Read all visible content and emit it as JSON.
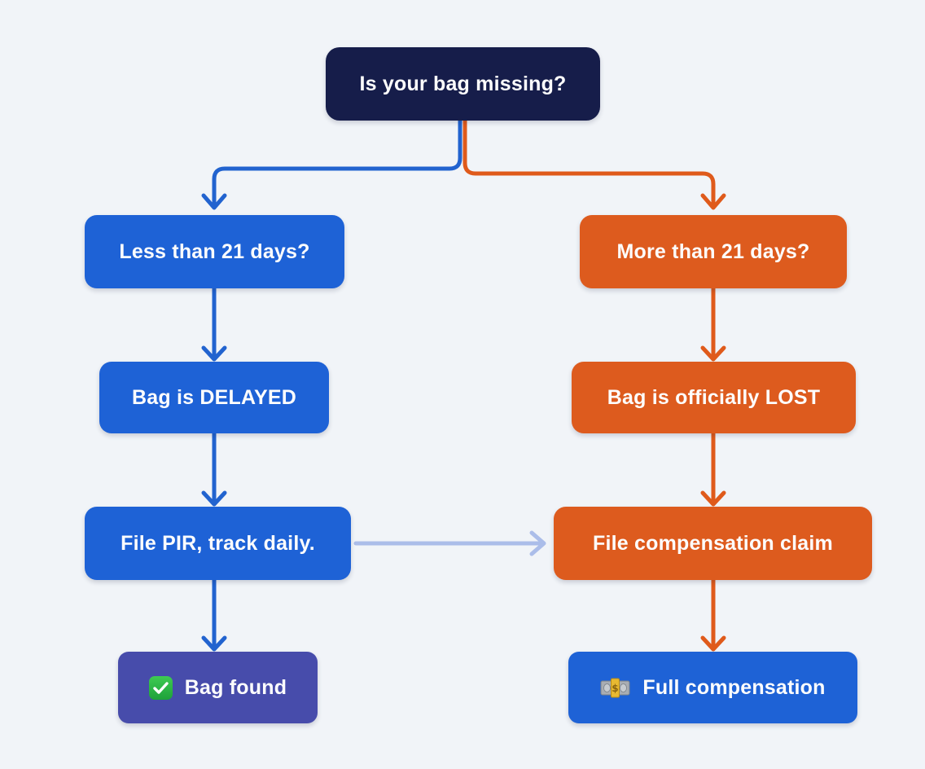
{
  "colors": {
    "background": "#f1f4f8",
    "navy": "#161d4a",
    "blue": "#1e62d6",
    "orange": "#dd5b1e",
    "indigo": "#474cab",
    "arrow_blue": "#2263cf",
    "arrow_orange": "#df5a1b",
    "arrow_periwinkle": "#abbde9",
    "check_green": "#27b13f",
    "money_gold": "#e8b931"
  },
  "flow": {
    "root": {
      "label": "Is your bag missing?"
    },
    "left": {
      "nodes": [
        {
          "label": "Less than 21 days?"
        },
        {
          "label": "Bag is DELAYED"
        },
        {
          "label": "File PIR, track daily."
        },
        {
          "label": "Bag found",
          "icon": "check-icon"
        }
      ]
    },
    "right": {
      "nodes": [
        {
          "label": "More than 21 days?"
        },
        {
          "label": "Bag is officially LOST"
        },
        {
          "label": "File compensation claim"
        },
        {
          "label": "Full compensation",
          "icon": "money-icon"
        }
      ]
    },
    "cross_link": {
      "from": "File PIR, track daily.",
      "to": "File compensation claim"
    }
  }
}
